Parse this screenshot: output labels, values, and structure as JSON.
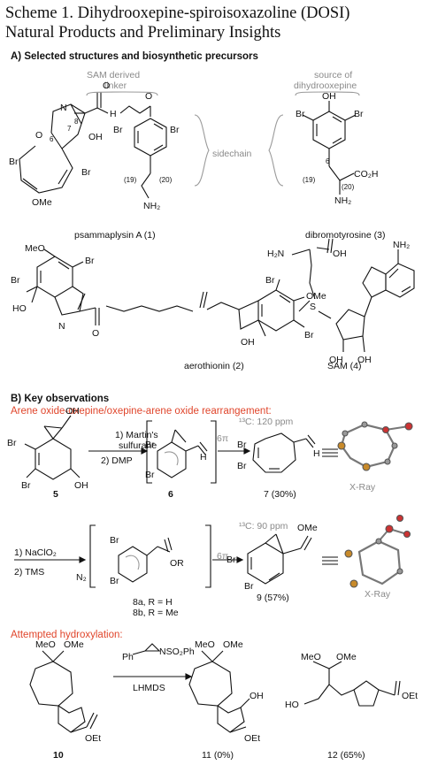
{
  "title": {
    "line1": "Scheme 1. Dihydrooxepine-spiroisoxazoline (DOSI)",
    "line2": "Natural Products and Preliminary Insights"
  },
  "sectionA": {
    "heading": "A) Selected structures and biosynthetic precursors",
    "sam_linker_1": "SAM derived",
    "sam_linker_2": "linker",
    "source_1": "source of",
    "source_2": "dihydrooxepine",
    "sidechain": "sidechain",
    "psammaplysin": "psammaplysin A (1)",
    "dibromotyrosine": "dibromotyrosine (3)",
    "aerothionin": "aerothionin (2)",
    "sam": "SAM (4)"
  },
  "sectionB": {
    "heading": "B) Key observations",
    "subtitle": "Arene oxide-oxepine/oxepine-arene oxide rearrangement:",
    "step1a": "1) Martin's",
    "step1b": "sulfurane",
    "step2": "2) DMP",
    "nmr7": "¹³C: 120 ppm",
    "six_pi_1": "6π",
    "xray1": "X-Ray",
    "label5": "5",
    "label6": "6",
    "label7": "7 (30%)",
    "step3": "1) NaClO₂",
    "step4a": "2) TMS",
    "step4b": "N₂",
    "nmr9": "¹³C: 90 ppm",
    "six_pi_2": "6π",
    "label8a": "8a, R = H",
    "label8b": "8b, R = Me",
    "label9": "9 (57%)",
    "xray2": "X-Ray"
  },
  "sectionC": {
    "subtitle": "Attempted hydroxylation:",
    "reagent": "LHMDS",
    "label10": "10",
    "label11": "11 (0%)",
    "label12": "12 (65%)"
  },
  "atoms": {
    "N": "N",
    "O": "O",
    "OH": "OH",
    "HO": "HO",
    "Br": "Br",
    "H": "H",
    "OMe": "OMe",
    "MeO": "MeO",
    "NH2": "NH₂",
    "H2N": "H₂N",
    "CO2H": "CO₂H",
    "OEt": "OEt",
    "OR": "OR",
    "S": "S",
    "n7": "7",
    "n8": "8",
    "n6": "6",
    "n19": "(19)",
    "n20": "(20)",
    "NSO2Ph": "NSO₂Ph",
    "Ph": "Ph"
  },
  "colors": {
    "accent_red": "#e0452b",
    "annotation_gray": "#8a8a8a"
  }
}
